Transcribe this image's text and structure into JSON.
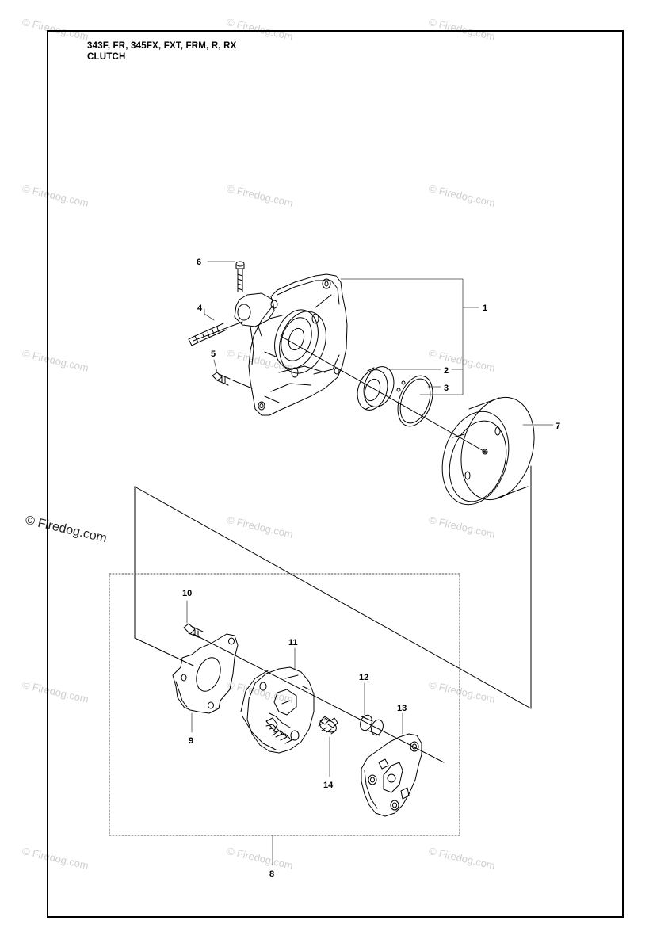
{
  "header": {
    "models": "343F, FR, 345FX, FXT, FRM, R, RX",
    "section": "CLUTCH"
  },
  "watermark": {
    "text": "© Firedog.com"
  },
  "callouts": [
    {
      "id": "1",
      "label": "1"
    },
    {
      "id": "2",
      "label": "2"
    },
    {
      "id": "3",
      "label": "3"
    },
    {
      "id": "4",
      "label": "4"
    },
    {
      "id": "5",
      "label": "5"
    },
    {
      "id": "6",
      "label": "6"
    },
    {
      "id": "7",
      "label": "7"
    },
    {
      "id": "8",
      "label": "8"
    },
    {
      "id": "9",
      "label": "9"
    },
    {
      "id": "10",
      "label": "10"
    },
    {
      "id": "11",
      "label": "11"
    },
    {
      "id": "12",
      "label": "12"
    },
    {
      "id": "13",
      "label": "13"
    },
    {
      "id": "14",
      "label": "14"
    }
  ],
  "colors": {
    "line": "#000000",
    "watermark": "#cfcfcf"
  }
}
